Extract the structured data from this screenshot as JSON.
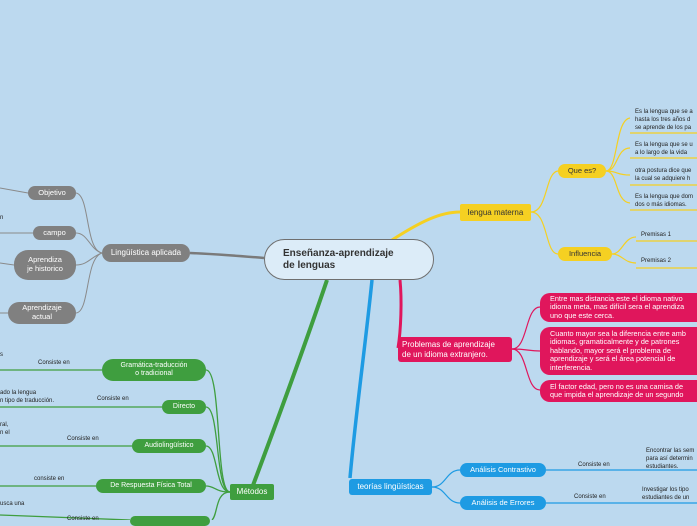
{
  "central": {
    "line1": "Enseñanza-aprendizaje",
    "line2": "de lenguas"
  },
  "left_branch": {
    "title": "Lingüística aplicada",
    "children": [
      "Objetivo",
      "campo",
      "Aprendiza je historico",
      "Aprendizaje actual"
    ],
    "cut_text": "n"
  },
  "lengua_materna": {
    "title": "lengua materna",
    "que_es": {
      "label": "Que es?",
      "notes": [
        [
          "Es la lengua que se a",
          "hasta los tres años d",
          "se aprende de los pa"
        ],
        [
          "Es la lengua que se u",
          "a lo largo de la vida"
        ],
        [
          "otra postura dice que",
          "la cual se adquiere h"
        ],
        [
          "Es la lengua que dom",
          "dos o más idiomas."
        ]
      ]
    },
    "influencia": {
      "label": "Influencia",
      "premisas": [
        "Premisas 1",
        "Premisas 2"
      ]
    }
  },
  "problemas": {
    "title_line1": "Problemas de aprendizaje",
    "title_line2": "de un idioma extranjero.",
    "items": [
      [
        "Entre mas distancia este el idioma nativo",
        "idioma meta, mas difícil sera el aprendiza",
        "uno que este cerca."
      ],
      [
        "Cuanto mayor sea la diferencia entre amb",
        "idiomas, gramaticalmente y de patrones",
        "hablando, mayor será el problema de",
        "aprendizaje y será el área potencial de",
        "interferencia."
      ],
      [
        "El factor edad, pero no es una camisa de",
        "que impida el aprendizaje de un segundo"
      ]
    ]
  },
  "teorias": {
    "title": "teorías lingüísticas",
    "items": [
      {
        "label": "Análisis Contrastivo",
        "connector": "Consiste en",
        "text": [
          "Encontrar las sem",
          "para así determin",
          "estudiantes."
        ]
      },
      {
        "label": "Análisis de Errores",
        "connector": "Consiste en",
        "text": [
          "Investigar los tipo",
          "estudiantes de un"
        ]
      }
    ]
  },
  "metodos": {
    "title": "Métodos",
    "items": [
      {
        "label_line1": "Gramática-traducción",
        "label_line2": "o tradicional",
        "connector": "Consiste en",
        "left_text": [
          "s"
        ]
      },
      {
        "label_line1": "Directo",
        "label_line2": "",
        "connector": "Consiste en",
        "left_text": [
          "ado la lengua",
          "n tipo de traducción."
        ]
      },
      {
        "label_line1": "Audiolingüístico",
        "label_line2": "",
        "connector": "Consiste en",
        "left_text": [
          "ral,",
          "n el"
        ]
      },
      {
        "label_line1": "De Respuesta Física Total",
        "label_line2": "",
        "connector": "consiste en",
        "left_text": []
      }
    ],
    "bottom_connector": "Consiste en",
    "bottom_text": [
      "usca una"
    ]
  },
  "colors": {
    "background": "#bcd9ef",
    "gray": "#808080",
    "yellow": "#f5d022",
    "blue": "#1e9be3",
    "green": "#3f9e3f",
    "pink": "#e0165c"
  }
}
